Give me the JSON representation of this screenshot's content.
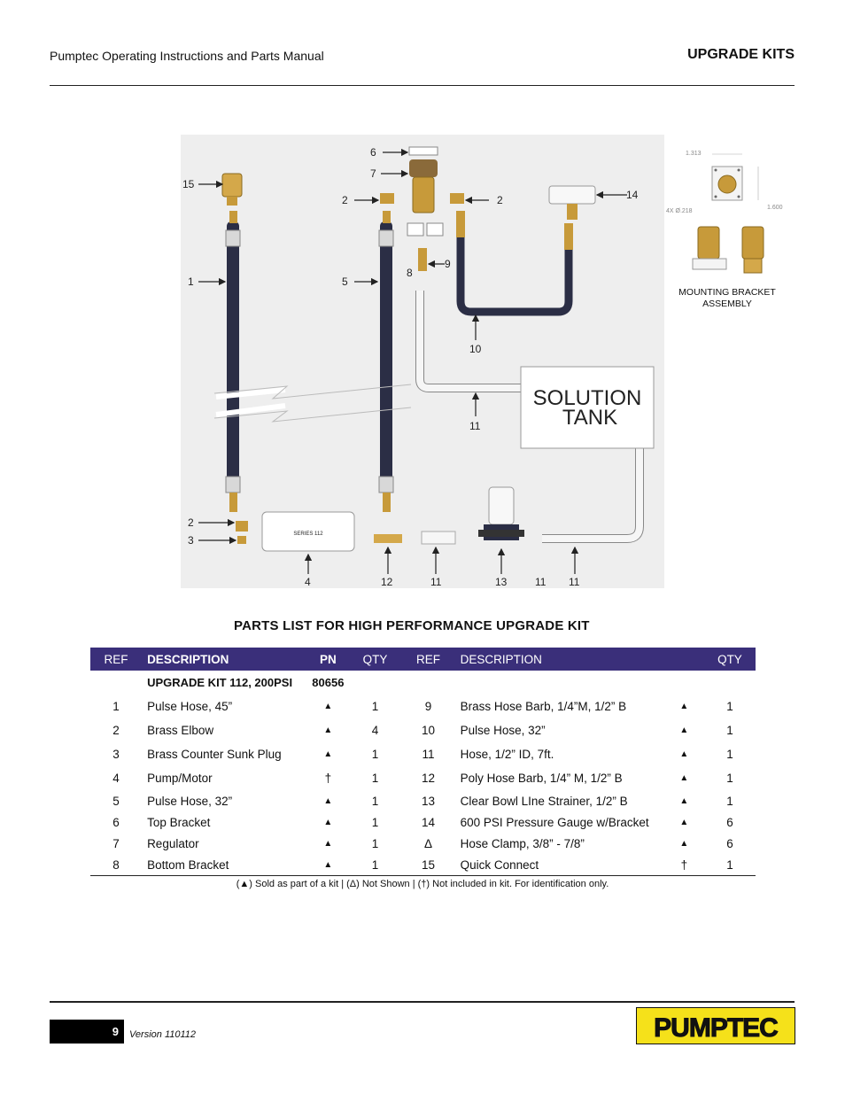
{
  "header": {
    "left": "Pumptec Operating Instructions and Parts Manual",
    "right": "UPGRADE KITS"
  },
  "diagram": {
    "labels": [
      "15",
      "1",
      "2",
      "3",
      "4",
      "5",
      "6",
      "7",
      "2",
      "2",
      "8",
      "9",
      "10",
      "11",
      "11",
      "12",
      "11",
      "13",
      "11",
      "14"
    ],
    "tank_line1": "SOLUTION",
    "tank_line2": "TANK",
    "dims": {
      "d1": "1.313",
      "d2": "1.600",
      "d3": "4X Ø.218"
    },
    "mount_caption_1": "MOUNTING BRACKET",
    "mount_caption_2": "ASSEMBLY"
  },
  "parts_title": "PARTS LIST FOR HIGH PERFORMANCE UPGRADE KIT",
  "table": {
    "headers": [
      "REF",
      "DESCRIPTION",
      "PN",
      "QTY",
      "REF",
      "DESCRIPTION",
      "QTY"
    ],
    "kit": {
      "name": "UPGRADE KIT 112, 200PSI",
      "pn": "80656"
    },
    "rows": [
      {
        "ref": "1",
        "desc": "Pulse Hose, 45”",
        "mark": "▲",
        "qty": "1",
        "ref2": "9",
        "desc2": "Brass Hose Barb, 1/4”M, 1/2” B",
        "mark2": "▲",
        "qty2": "1"
      },
      {
        "ref": "2",
        "desc": "Brass Elbow",
        "mark": "▲",
        "qty": "4",
        "ref2": "10",
        "desc2": "Pulse Hose, 32”",
        "mark2": "▲",
        "qty2": "1"
      },
      {
        "ref": "3",
        "desc": "Brass Counter Sunk Plug",
        "mark": "▲",
        "qty": "1",
        "ref2": "11",
        "desc2": "Hose, 1/2” ID, 7ft.",
        "mark2": "▲",
        "qty2": "1"
      },
      {
        "ref": "4",
        "desc": "Pump/Motor",
        "mark": "†",
        "qty": "1",
        "ref2": "12",
        "desc2": "Poly Hose Barb, 1/4” M, 1/2” B",
        "mark2": "▲",
        "qty2": "1"
      },
      {
        "ref": "5",
        "desc": "Pulse Hose, 32”",
        "mark": "▲",
        "qty": "1",
        "ref2": "13",
        "desc2": "Clear Bowl LIne Strainer, 1/2” B",
        "mark2": "▲",
        "qty2": "1"
      },
      {
        "ref": "6",
        "desc": "Top Bracket",
        "mark": "▲",
        "qty": "1",
        "ref2": "14",
        "desc2": "600 PSI Pressure Gauge w/Bracket",
        "mark2": "▲",
        "qty2": "6"
      },
      {
        "ref": "7",
        "desc": "Regulator",
        "mark": "▲",
        "qty": "1",
        "ref2": "Δ",
        "desc2": "Hose Clamp, 3/8” - 7/8”",
        "mark2": "▲",
        "qty2": "6"
      },
      {
        "ref": "8",
        "desc": "Bottom Bracket",
        "mark": "▲",
        "qty": "1",
        "ref2": "15",
        "desc2": "Quick Connect",
        "mark2": "†",
        "qty2": "1"
      }
    ]
  },
  "legend": "(▲) Sold as part of a kit | (Δ) Not Shown |  (†) Not included in kit. For identification only.",
  "footer": {
    "page": "9",
    "version": "Version 110112",
    "logo": "PUMPTEC"
  }
}
